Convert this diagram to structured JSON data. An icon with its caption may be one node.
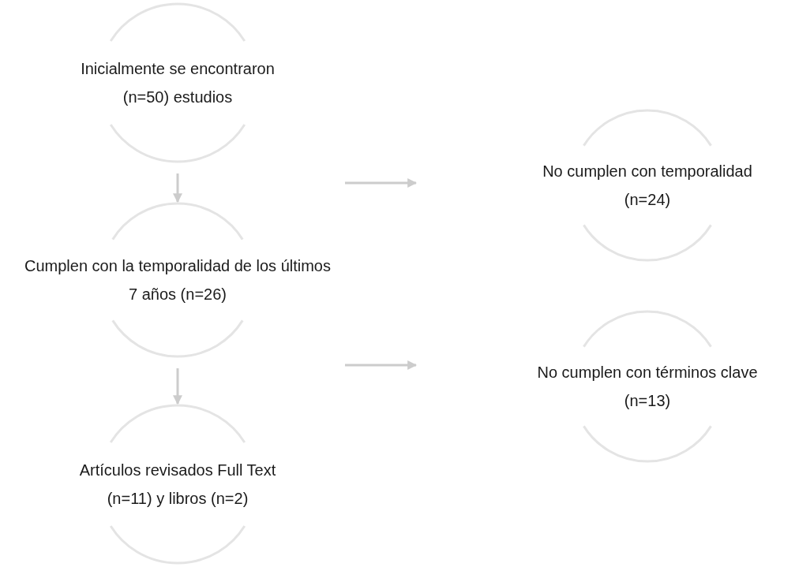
{
  "diagram": {
    "nodes": [
      {
        "text": [
          "Inicialmente se encontraron (n=50) estudios"
        ]
      },
      {
        "text": [
          "Cumplen con la temporalidad de los últimos 7 años (n=26)"
        ]
      },
      {
        "text": [
          "Artículos revisados Full Text (n=11) y libros (n=2)"
        ]
      },
      {
        "text": [
          "No cumplen con temporalidad (n=24)"
        ]
      },
      {
        "text": [
          "No cumplen con términos clave (n=13)"
        ]
      }
    ],
    "edges": [
      {
        "from": 0,
        "to": 1,
        "arrow": "to"
      },
      {
        "from": 1,
        "to": 2,
        "arrow": "to"
      }
    ]
  }
}
